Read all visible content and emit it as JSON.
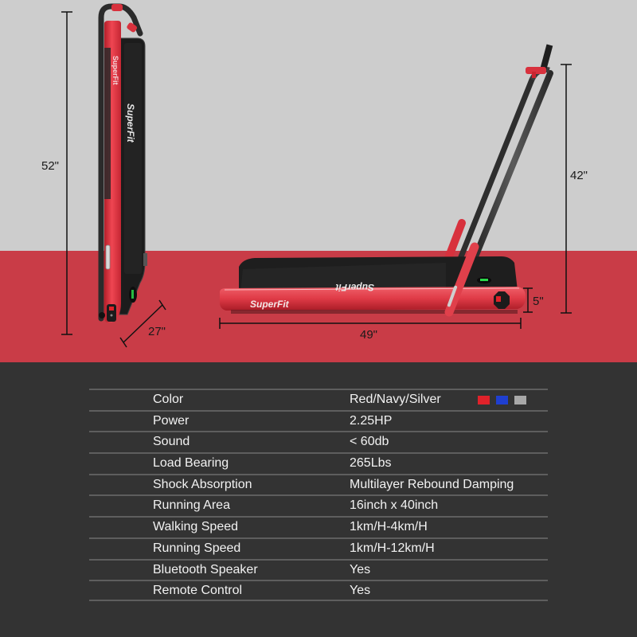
{
  "product": {
    "brand": "SuperFit",
    "deck_logo_text": "SuperFit"
  },
  "dimensions": {
    "folded_height": "52\"",
    "folded_depth": "27\"",
    "length": "49\"",
    "handrail_height": "42\"",
    "deck_height": "5\""
  },
  "colors": {
    "background_top": "#cdcdcd",
    "background_floor": "#c93c47",
    "background_table": "#333333",
    "frame_red": "#d8313d",
    "belt_black": "#1c1c1c"
  },
  "specs": {
    "rows": [
      {
        "label": "Color",
        "value": "Red/Navy/Silver"
      },
      {
        "label": "Power",
        "value": "2.25HP"
      },
      {
        "label": "Sound",
        "value": "< 60db"
      },
      {
        "label": "Load Bearing",
        "value": "265Lbs"
      },
      {
        "label": "Shock Absorption",
        "value": "Multilayer Rebound Damping"
      },
      {
        "label": "Running Area",
        "value": "16inch x 40inch"
      },
      {
        "label": "Walking Speed",
        "value": "1km/H-4km/H"
      },
      {
        "label": "Running Speed",
        "value": "1km/H-12km/H"
      },
      {
        "label": "Bluetooth Speaker",
        "value": "Yes"
      },
      {
        "label": "Remote Control",
        "value": "Yes"
      }
    ],
    "color_swatches": [
      {
        "name": "Red",
        "hex": "#e0222a"
      },
      {
        "name": "Navy",
        "hex": "#1f3fd0"
      },
      {
        "name": "Silver",
        "hex": "#a8a8a8"
      }
    ]
  }
}
